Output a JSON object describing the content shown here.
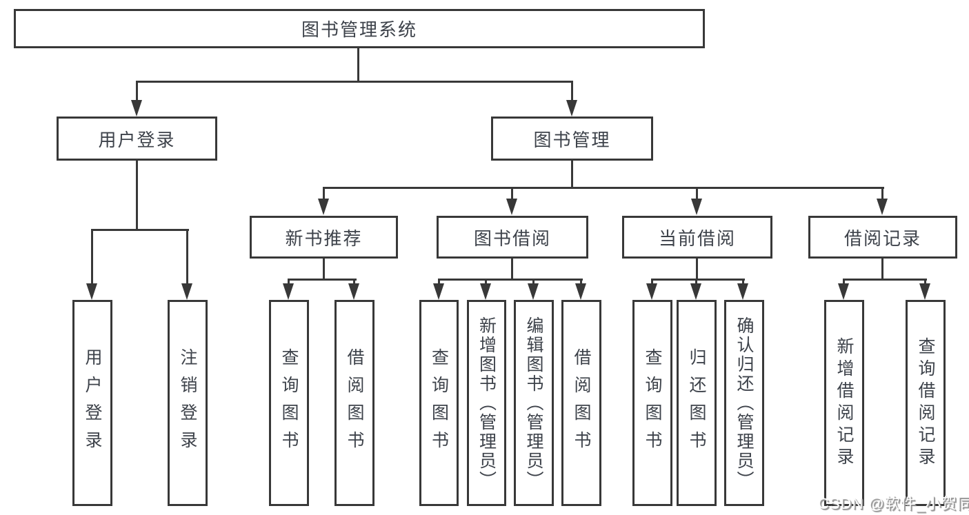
{
  "colors": {
    "background": "#ffffff",
    "line": "#383838",
    "text": "#3d424a",
    "watermark_fill": "#fdfdfd",
    "watermark_shadow": "#8e8e8e"
  },
  "tree": {
    "root": {
      "label": "图书管理系统"
    },
    "level2": [
      {
        "id": "user-login",
        "label": "用户登录"
      },
      {
        "id": "book-management",
        "label": "图书管理"
      }
    ],
    "level3": [
      {
        "id": "new-book-recommendation",
        "label": "新书推荐"
      },
      {
        "id": "book-borrowing",
        "label": "图书借阅"
      },
      {
        "id": "current-borrowing",
        "label": "当前借阅"
      },
      {
        "id": "borrowing-records",
        "label": "借阅记录"
      }
    ],
    "leaves": {
      "user_login": [
        {
          "label": "用户登录"
        },
        {
          "label": "注销登录"
        }
      ],
      "new_book_recommendation": [
        {
          "label": "查询图书"
        },
        {
          "label": "借阅图书"
        }
      ],
      "book_borrowing": [
        {
          "label": "查询图书"
        },
        {
          "label": "新增图书（管理员）"
        },
        {
          "label": "编辑图书（管理员）"
        },
        {
          "label": "借阅图书"
        }
      ],
      "current_borrowing": [
        {
          "label": "查询图书"
        },
        {
          "label": "归还图书"
        },
        {
          "label": "确认归还（管理员）"
        }
      ],
      "borrowing_records": [
        {
          "label": "新增借阅记录"
        },
        {
          "label": "查询借阅记录"
        }
      ]
    }
  },
  "watermark": {
    "text": "CSDN @软件_小贺同学"
  }
}
